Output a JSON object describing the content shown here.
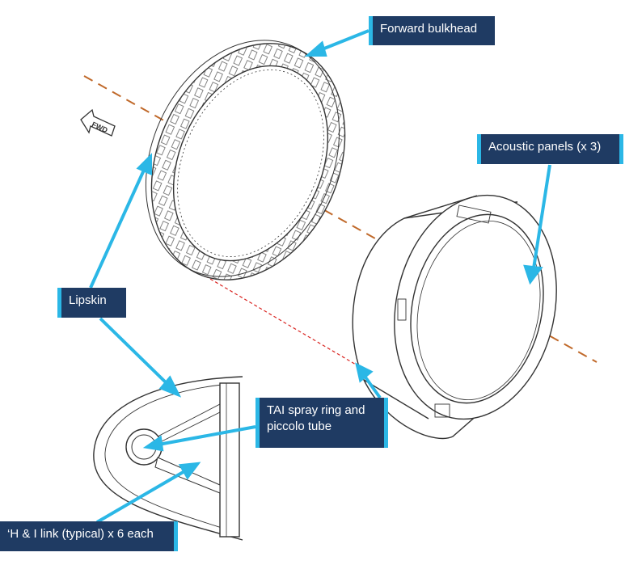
{
  "callouts": {
    "forward_bulkhead": "Forward bulkhead",
    "acoustic_panels": "Acoustic panels (x 3)",
    "lipskin": "Lipskin",
    "tai_spray_ring": "TAI spray ring and piccolo tube",
    "hi_link": "‘H & I link (typical) x 6 each"
  },
  "fwd_arrow_label": "FWD",
  "colors": {
    "callout_bg": "#1f3b63",
    "callout_accent": "#2bb7e6",
    "leader_line": "#2bb7e6",
    "axis_line": "#c0692a",
    "red_dashed": "#d9231f",
    "drawing_stroke": "#333333"
  }
}
